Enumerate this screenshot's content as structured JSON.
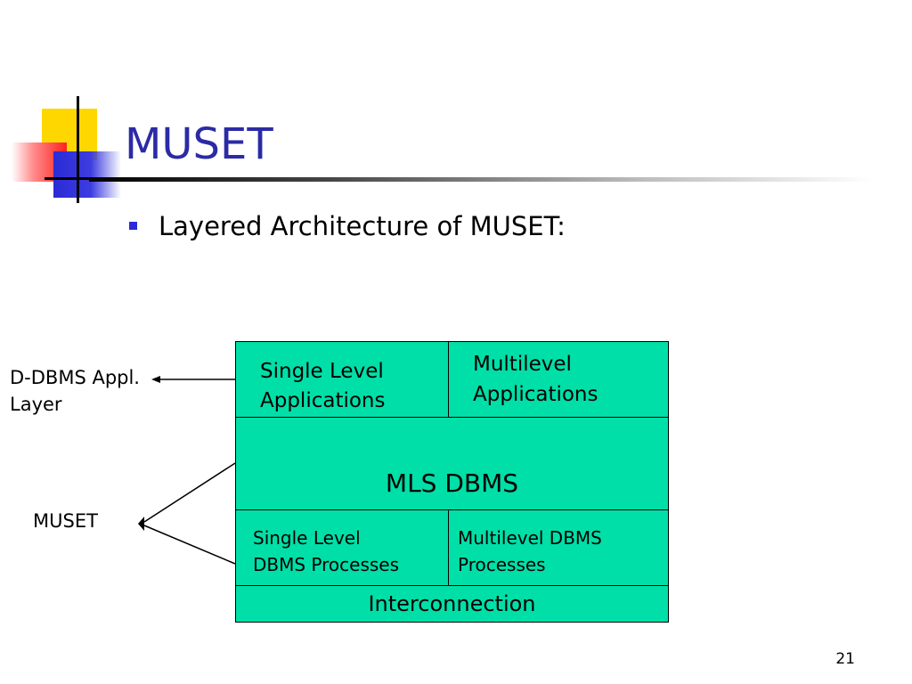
{
  "slide": {
    "title": "MUSET",
    "bullet": "Layered Architecture of MUSET:",
    "page_number": "21",
    "accent_title_color": "#2b2ba6",
    "box_fill_color": "#00dfa8"
  },
  "diagram": {
    "boxes": {
      "single_level_applications": "Single Level\nApplications",
      "multilevel_applications": "Multilevel\nApplications",
      "mls_dbms": "MLS DBMS",
      "single_level_dbms_processes": "Single Level\nDBMS Processes",
      "multilevel_dbms_processes": "Multilevel DBMS\nProcesses",
      "interconnection": "Interconnection"
    },
    "labels": {
      "d_dbms_appl_layer": "D-DBMS Appl.\nLayer",
      "muset": "MUSET"
    }
  }
}
